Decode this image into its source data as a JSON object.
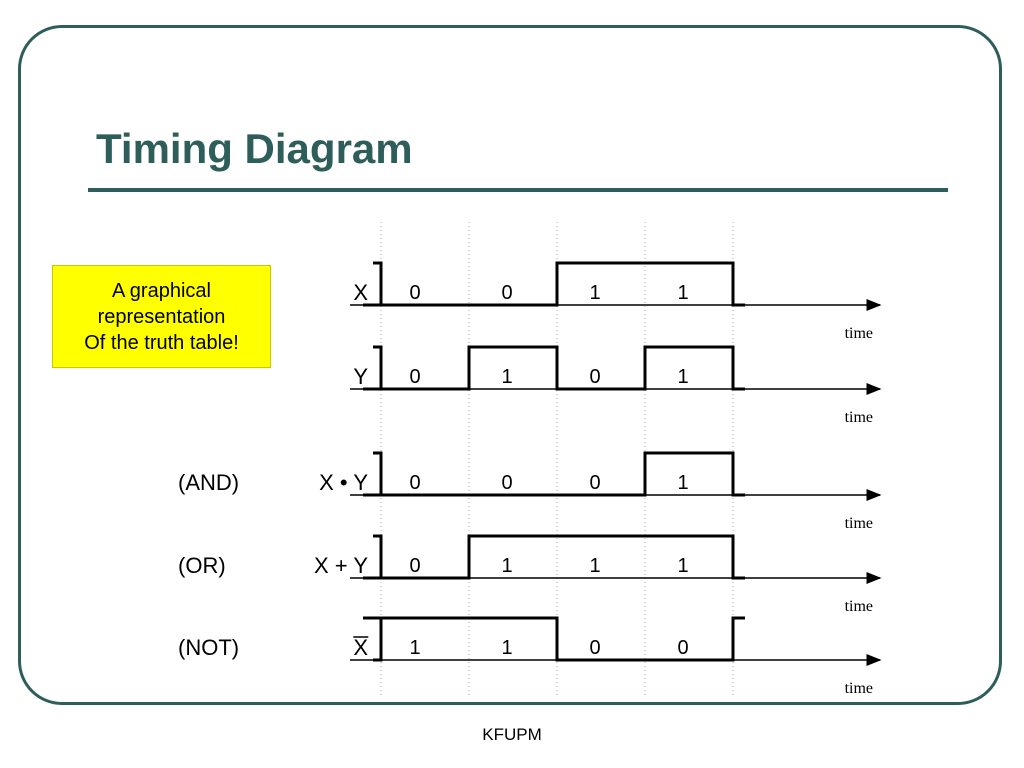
{
  "slide": {
    "title": "Timing Diagram",
    "note_lines": [
      "A graphical",
      "representation",
      "Of the truth table!"
    ],
    "footer": "KFUPM"
  },
  "colors": {
    "accent": "#2e5e5a",
    "note_bg": "#ffff00"
  },
  "diagram": {
    "time_label": "time",
    "signals": [
      {
        "op": "",
        "name": "X",
        "bits": [
          0,
          0,
          1,
          1
        ]
      },
      {
        "op": "",
        "name": "Y",
        "bits": [
          0,
          1,
          0,
          1
        ]
      },
      {
        "op": "(AND)",
        "name": "X • Y",
        "bits": [
          0,
          0,
          0,
          1
        ]
      },
      {
        "op": "(OR)",
        "name": "X + Y",
        "bits": [
          0,
          1,
          1,
          1
        ]
      },
      {
        "op": "(NOT)",
        "name": "X",
        "overline": true,
        "bits": [
          1,
          1,
          0,
          0
        ]
      }
    ]
  }
}
